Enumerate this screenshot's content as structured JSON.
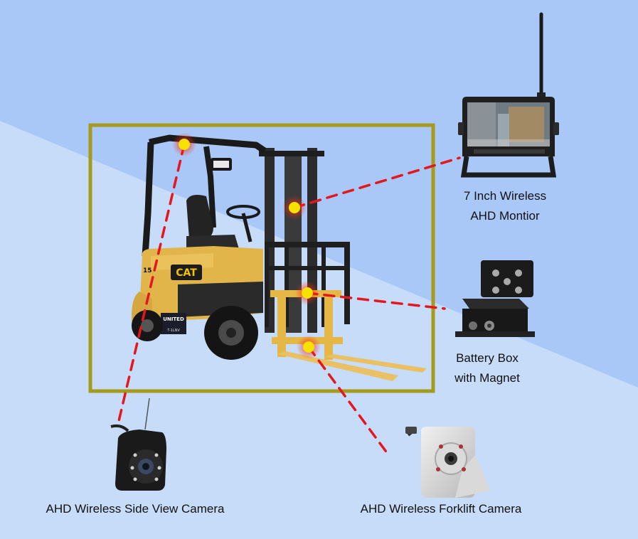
{
  "scene": {
    "products": [
      {
        "id": "monitor",
        "lines": [
          "7 Inch Wireless",
          "AHD Montior"
        ]
      },
      {
        "id": "battery",
        "lines": [
          "Battery Box",
          "with Magnet"
        ]
      },
      {
        "id": "side-camera",
        "lines": [
          "AHD Wireless Side View Camera"
        ]
      },
      {
        "id": "forklift-camera",
        "lines": [
          "AHD Wireless Forklift Camera"
        ]
      }
    ],
    "forklift_badge": "CAT",
    "forklift_model": "15",
    "decal": {
      "brand": "UNITED",
      "code": "T-1LNV"
    },
    "colors": {
      "bg_top": "#a9c8f7",
      "bg_band": "#c7dcf8",
      "frame": "#a59a1c",
      "dashed_line": "#e3171e",
      "hotspot": "#f7e100",
      "hotspot_glow": "#ff3b1f",
      "forklift_yellow": "#e2b54b"
    }
  }
}
